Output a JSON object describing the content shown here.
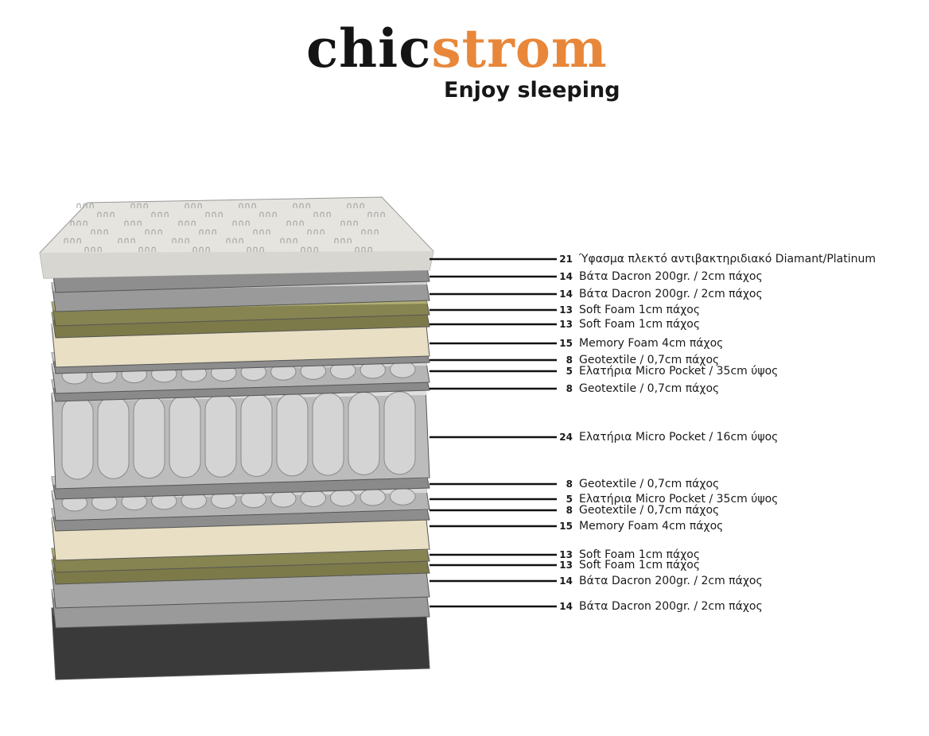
{
  "logo": {
    "brand_part1": "chic",
    "brand_part2": "strom",
    "tagline": "Enjoy sleeping"
  },
  "colors": {
    "brand_dark": "#141414",
    "brand_orange": "#e8873a"
  },
  "layers": [
    {
      "number": "21",
      "text": "Ύφασμα πλεκτό αντιβακτηριδιακό Diamant/Platinum"
    },
    {
      "number": "14",
      "text": "Βάτα Dacron 200gr. / 2cm πάχος"
    },
    {
      "number": "14",
      "text": "Βάτα Dacron 200gr. / 2cm πάχος"
    },
    {
      "number": "13",
      "text": "Soft Foam 1cm πάχος"
    },
    {
      "number": "13",
      "text": "Soft Foam 1cm πάχος"
    },
    {
      "number": "15",
      "text": "Memory Foam 4cm πάχος"
    },
    {
      "number": "8",
      "text": "Geotextile / 0,7cm πάχος"
    },
    {
      "number": "5",
      "text": "Ελατήρια Micro Pocket / 35cm ύψος"
    },
    {
      "number": "8",
      "text": "Geotextile / 0,7cm πάχος"
    },
    {
      "number": "24",
      "text": "Ελατήρια Micro Pocket / 16cm ύψος"
    },
    {
      "number": "8",
      "text": "Geotextile / 0,7cm πάχος"
    },
    {
      "number": "5",
      "text": "Ελατήρια Micro Pocket / 35cm ύψος"
    },
    {
      "number": "8",
      "text": "Geotextile / 0,7cm πάχος"
    },
    {
      "number": "15",
      "text": "Memory Foam 4cm πάχος"
    },
    {
      "number": "13",
      "text": "Soft Foam 1cm πάχος"
    },
    {
      "number": "13",
      "text": "Soft Foam 1cm πάχος"
    },
    {
      "number": "14",
      "text": "Βάτα Dacron 200gr. / 2cm πάχος"
    },
    {
      "number": "14",
      "text": "Βάτα Dacron 200gr. / 2cm πάχος"
    }
  ]
}
